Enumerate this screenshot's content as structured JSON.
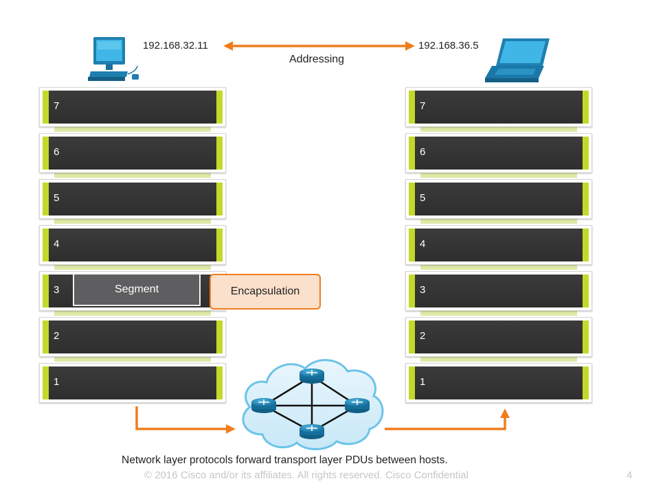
{
  "hosts": {
    "left_ip": "192.168.32.11",
    "right_ip": "192.168.36.5",
    "addressing_label": "Addressing"
  },
  "stacks": {
    "left_layers": [
      "7",
      "6",
      "5",
      "4",
      "3",
      "2",
      "1"
    ],
    "right_layers": [
      "7",
      "6",
      "5",
      "4",
      "3",
      "2",
      "1"
    ]
  },
  "pdu": {
    "segment_label": "Segment",
    "encapsulation_label": "Encapsulation"
  },
  "caption": "Network layer protocols forward transport layer PDUs between hosts.",
  "footer": {
    "copyright": "© 2016  Cisco and/or its affiliates. All rights reserved.   Cisco Confidential",
    "page_number": "4"
  },
  "colors": {
    "accent_orange": "#f07d1c",
    "layer_green": "#c3d92a",
    "device_blue": "#1e86b8"
  },
  "icons": {
    "left_host": "desktop-computer-icon",
    "right_host": "laptop-icon",
    "network": "router-cloud-icon"
  }
}
